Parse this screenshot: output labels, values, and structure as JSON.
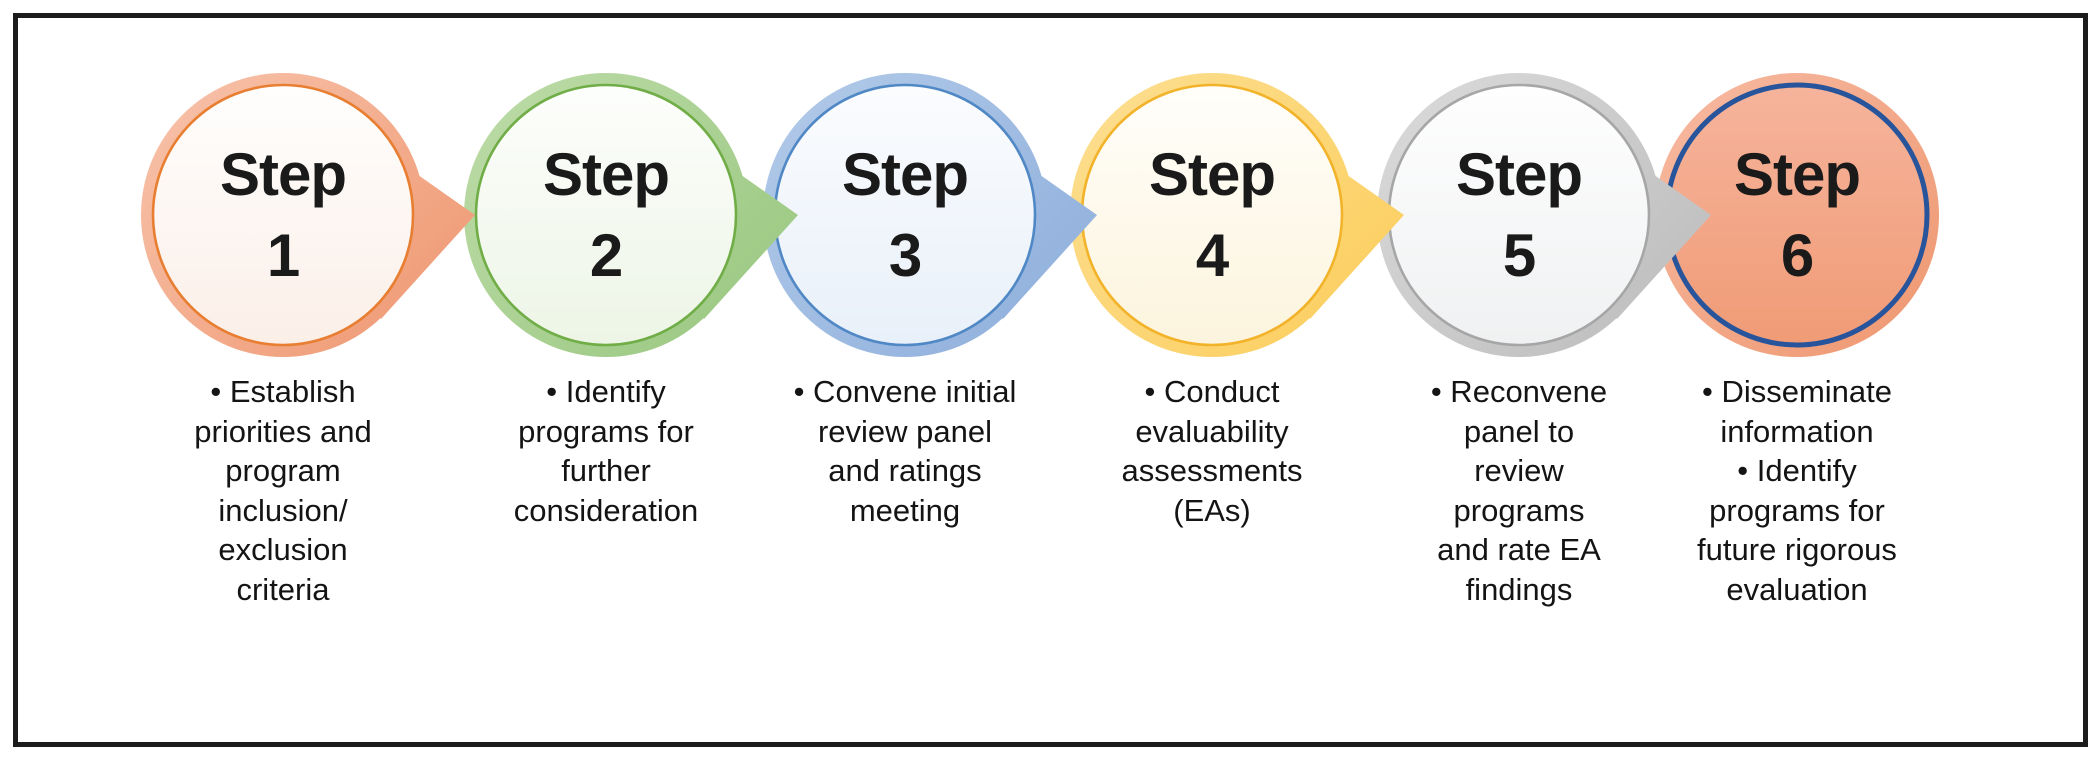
{
  "figure": {
    "type": "process-flow",
    "background": "#ffffff",
    "frame_color": "#1c1c1c",
    "text_color": "#141414"
  },
  "steps": [
    {
      "label": "Step",
      "number": "1",
      "bullets": "• Establish\npriorities and\nprogram\ninclusion/\nexclusion\ncriteria",
      "accent": "#E87E31",
      "band_from": "#F8C4AD",
      "band_to": "#EF9973",
      "fill_from": "#FFFEFD",
      "fill_to": "#FBEFE8",
      "has_arrow": true,
      "ring": false
    },
    {
      "label": "Step",
      "number": "2",
      "bullets": "• Identify\nprograms for\nfurther\nconsideration",
      "accent": "#70AD47",
      "band_from": "#BEDCA9",
      "band_to": "#9AC881",
      "fill_from": "#FDFEFC",
      "fill_to": "#EDF5E6",
      "has_arrow": true,
      "ring": false
    },
    {
      "label": "Step",
      "number": "3",
      "bullets": "• Convene initial\nreview panel\nand ratings\nmeeting",
      "accent": "#5088C5",
      "band_from": "#B3CBE9",
      "band_to": "#8FAFDC",
      "fill_from": "#FBFCFE",
      "fill_to": "#E8F0F9",
      "has_arrow": true,
      "ring": false
    },
    {
      "label": "Step",
      "number": "4",
      "bullets": "• Conduct\nevaluability\nassessments\n(EAs)",
      "accent": "#F2B32A",
      "band_from": "#FDDF92",
      "band_to": "#FBCE5F",
      "fill_from": "#FFFEFA",
      "fill_to": "#FCF4DD",
      "has_arrow": true,
      "ring": false
    },
    {
      "label": "Step",
      "number": "5",
      "bullets": "• Reconvene\npanel to\nreview\nprograms\nand rate EA\nfindings",
      "accent": "#A6A6A6",
      "band_from": "#DBDBDB",
      "band_to": "#BDBDBD",
      "fill_from": "#FEFEFE",
      "fill_to": "#EFF1F2",
      "has_arrow": true,
      "ring": false
    },
    {
      "label": "Step",
      "number": "6",
      "bullets": "• Disseminate\ninformation\n• Identify\nprograms for\nfuture rigorous\nevaluation",
      "accent": "#27549B",
      "band_from": "#F7BAA2",
      "band_to": "#EE9770",
      "fill_from": "#F6B49C",
      "fill_to": "#F09B76",
      "has_arrow": false,
      "ring": true
    }
  ]
}
